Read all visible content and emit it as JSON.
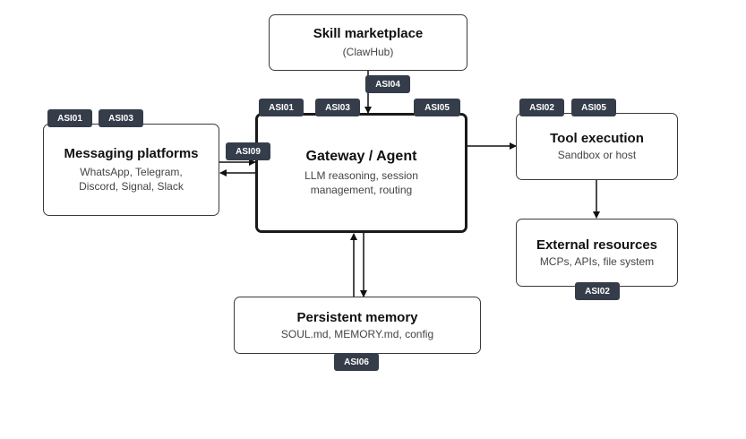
{
  "nodes": {
    "skill": {
      "title": "Skill marketplace",
      "sub": "(ClawHub)"
    },
    "messaging": {
      "title": "Messaging platforms",
      "sub": "WhatsApp, Telegram,\nDiscord, Signal, Slack"
    },
    "gateway": {
      "title": "Gateway / Agent",
      "sub": "LLM reasoning, session\nmanagement, routing"
    },
    "tool": {
      "title": "Tool execution",
      "sub": "Sandbox or host"
    },
    "external": {
      "title": "External resources",
      "sub": "MCPs, APIs, file system"
    },
    "memory": {
      "title": "Persistent memory",
      "sub": "SOUL.md, MEMORY.md, config"
    }
  },
  "badges": {
    "skill_asi04": "ASI04",
    "msg_asi01": "ASI01",
    "msg_asi03": "ASI03",
    "gw_asi01": "ASI01",
    "gw_asi03": "ASI03",
    "gw_asi05": "ASI05",
    "gw_asi09": "ASI09",
    "tool_asi02": "ASI02",
    "tool_asi05": "ASI05",
    "ext_asi02": "ASI02",
    "mem_asi06": "ASI06"
  },
  "colors": {
    "badge_bg": "#353c4a",
    "badge_text": "#ffffff",
    "border": "#1a1a1a"
  }
}
